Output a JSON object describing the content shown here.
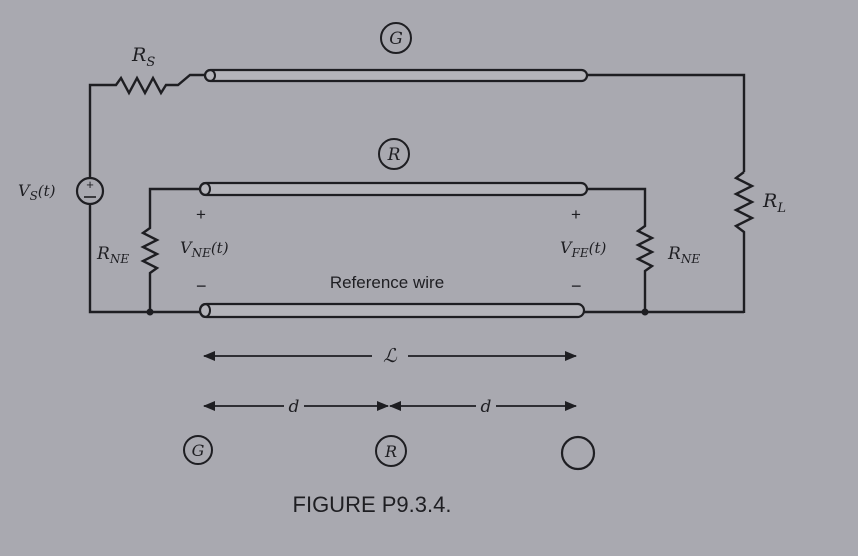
{
  "circuit": {
    "wire_g_label": "G",
    "wire_r_label": "R",
    "source_label": "V",
    "source_sub": "S",
    "source_arg": "(t)",
    "rs_label": "R",
    "rs_sub": "S",
    "rl_label": "R",
    "rl_sub": "L",
    "rne_left_label": "R",
    "rne_left_sub": "NE",
    "rne_right_label": "R",
    "rne_right_sub": "NE",
    "vne_label": "V",
    "vne_sub": "NE",
    "vne_arg": "(t)",
    "vfe_label": "V",
    "vfe_sub": "FE",
    "vfe_arg": "(t)",
    "plus_sign": "+",
    "minus_sign": "−",
    "reference_wire": "Reference wire"
  },
  "dimensions": {
    "length_label": "ℒ",
    "d_label": "d"
  },
  "cross_section": {
    "left_label": "G",
    "middle_label": "R",
    "right_label": ""
  },
  "caption": "FIGURE P9.3.4."
}
